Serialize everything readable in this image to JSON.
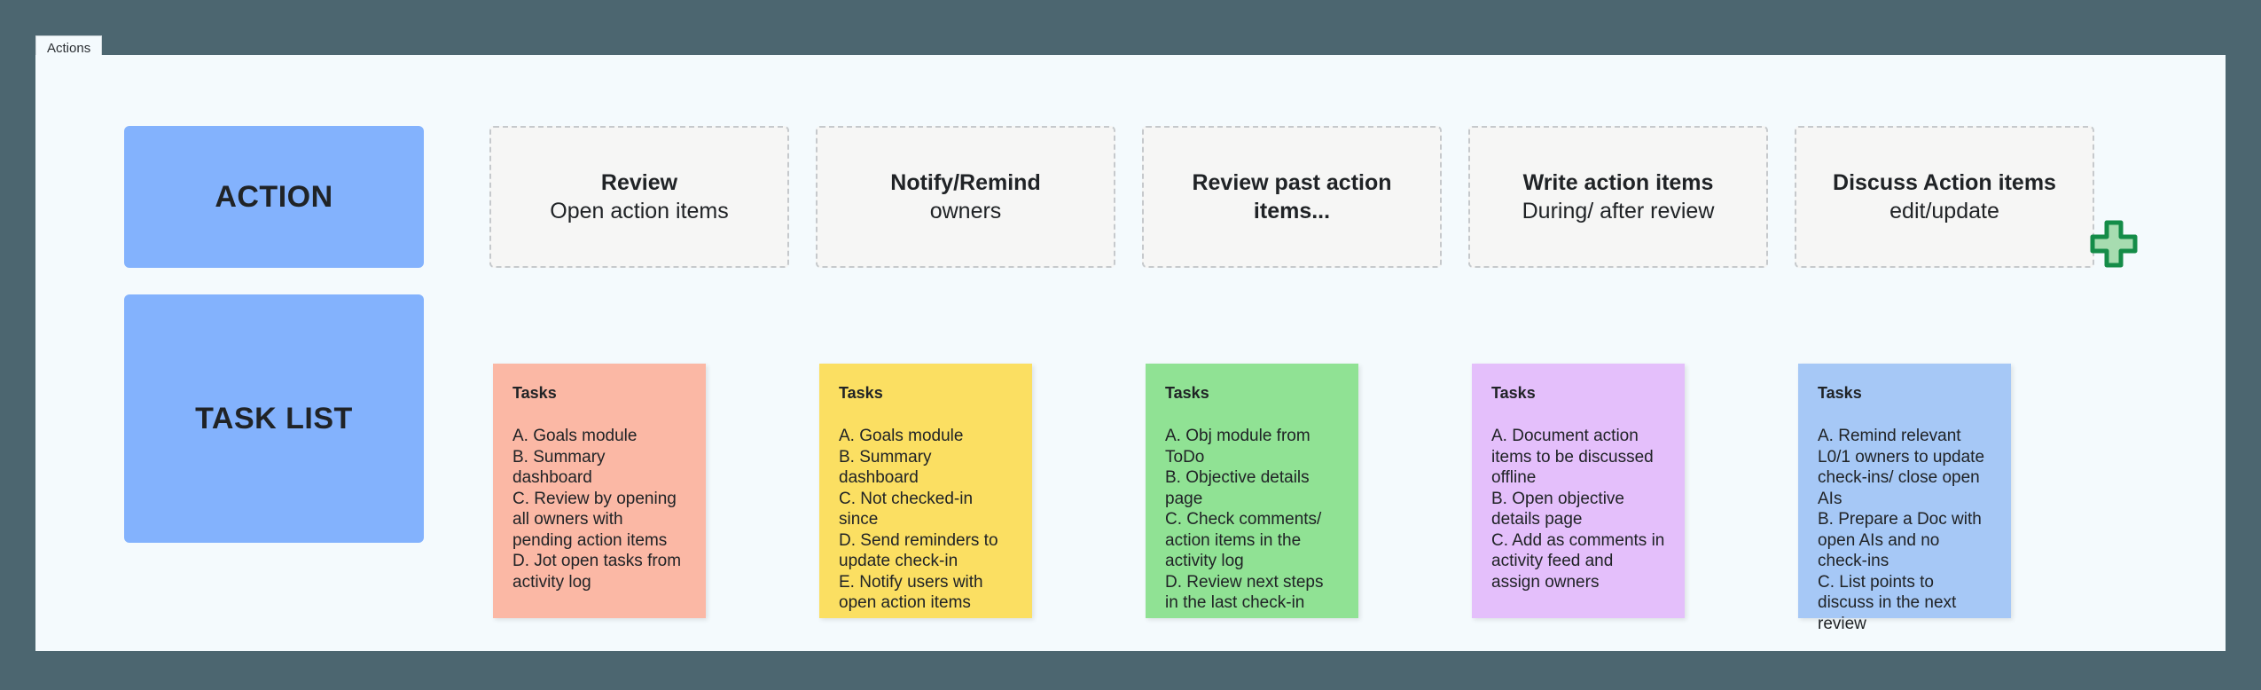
{
  "window": {
    "outer_bg": "#4c6670",
    "canvas_bg": "#f4fafd"
  },
  "tab": {
    "label": "Actions"
  },
  "row_labels": [
    {
      "name": "action",
      "text": "ACTION",
      "color": "#83b2fd"
    },
    {
      "name": "task-list",
      "text": "TASK LIST",
      "color": "#83b2fd"
    }
  ],
  "headers": [
    {
      "line1": "Review",
      "line2": "Open action items",
      "all_bold": false
    },
    {
      "line1": "Notify/Remind",
      "line2": "owners",
      "all_bold": false
    },
    {
      "line1": "Review past action",
      "line2": "items...",
      "all_bold": true
    },
    {
      "line1": "Write action items",
      "line2": "During/ after review",
      "all_bold": false
    },
    {
      "line1": "Discuss Action items",
      "line2": "edit/update",
      "all_bold": false
    }
  ],
  "cards": [
    {
      "title": "Tasks",
      "color": "#fbb8a5",
      "items": "A. Goals module\nB. Summary dashboard\nC. Review by opening all owners with pending action items\nD. Jot open tasks from activity log"
    },
    {
      "title": "Tasks",
      "color": "#fbdf62",
      "items": "A. Goals module\nB. Summary dashboard\nC. Not checked-in since\nD. Send reminders to update check-in\nE. Notify users with open action items"
    },
    {
      "title": "Tasks",
      "color": "#90e294",
      "items": "A. Obj module from ToDo\nB. Objective details page\nC. Check comments/ action items in the activity log\nD. Review next steps in the last check-in"
    },
    {
      "title": "Tasks",
      "color": "#e4bffb",
      "items": "A. Document action items to be discussed offline\nB. Open objective details page\nC. Add as comments in activity feed and assign owners"
    },
    {
      "title": "Tasks",
      "color": "#a6c8f6",
      "items": "A. Remind relevant L0/1 owners to update check-ins/ close open AIs\nB. Prepare a Doc with open AIs and no check-ins\nC. List points to discuss in the next review"
    }
  ],
  "add_icon": {
    "name": "add-plus-icon",
    "fill": "#a7dcb0",
    "stroke": "#148c48"
  }
}
